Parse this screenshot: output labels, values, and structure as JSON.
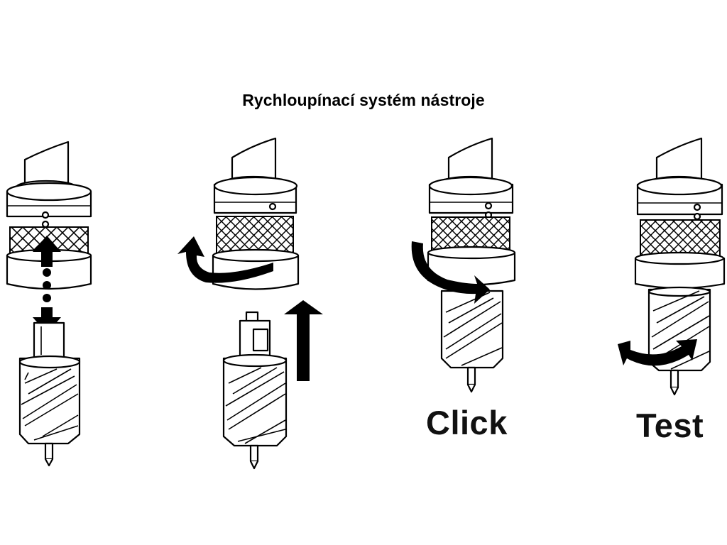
{
  "title": "Rychloupínací systém nástroje",
  "steps": [
    {
      "id": 1,
      "description": "Insert cutter shank into chuck",
      "action_icon": "insert-arrow-icon",
      "label": ""
    },
    {
      "id": 2,
      "description": "Rotate collar and push cutter up",
      "action_icon": "rotate-counterclockwise-icon",
      "label": ""
    },
    {
      "id": 3,
      "description": "Release collar until it clicks",
      "action_icon": "rotate-clockwise-icon",
      "label": "Click"
    },
    {
      "id": 4,
      "description": "Test cutter is locked",
      "action_icon": "rotate-both-ways-icon",
      "label": "Test"
    }
  ],
  "colors": {
    "background": "#ffffff",
    "ink": "#000000"
  }
}
